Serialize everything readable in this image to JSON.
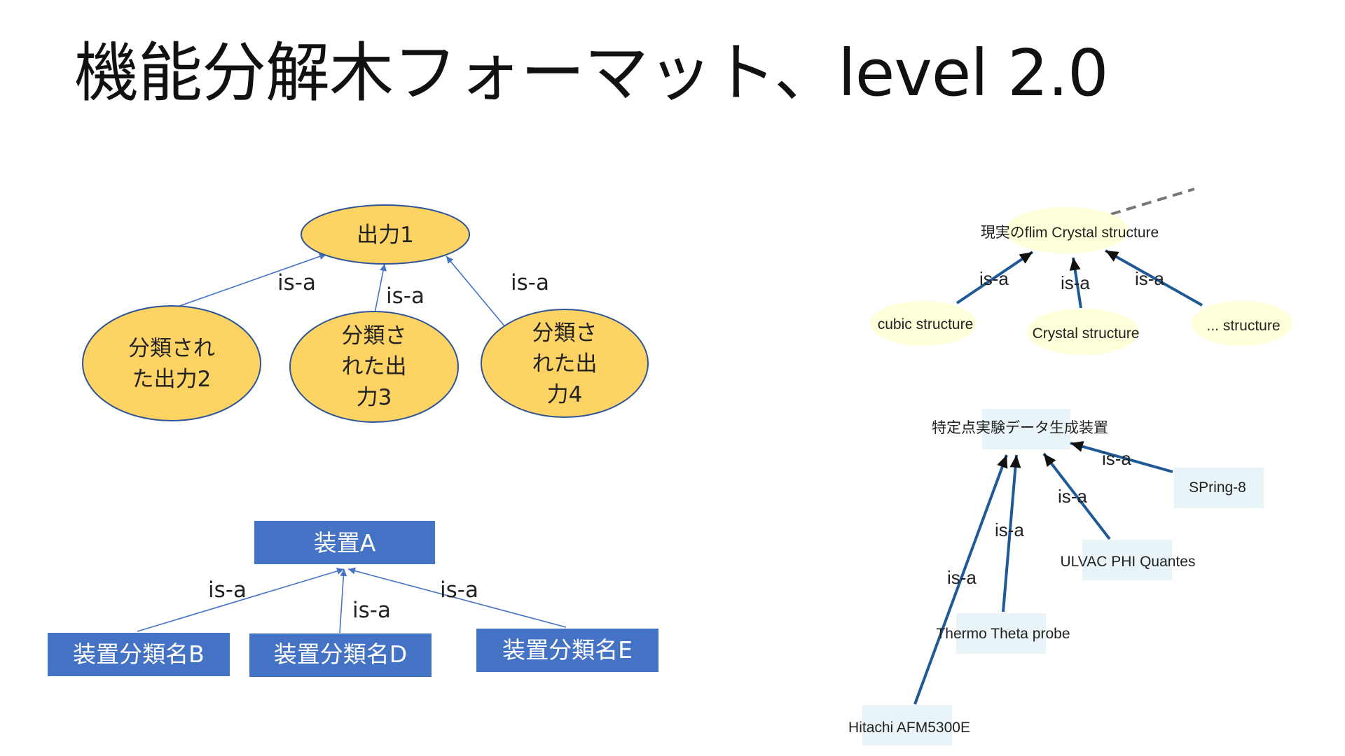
{
  "title": "機能分解木フォーマット、level 2.0",
  "output_tree": {
    "root": {
      "label": "出力1"
    },
    "children": [
      {
        "lines": [
          "分類され",
          "た出力2"
        ]
      },
      {
        "lines": [
          "分類さ",
          "れた出",
          "力3"
        ]
      },
      {
        "lines": [
          "分類さ",
          "れた出",
          "力4"
        ]
      }
    ],
    "edge_labels": [
      "is-a",
      "is-a",
      "is-a"
    ]
  },
  "device_tree": {
    "root": {
      "label": "装置A"
    },
    "children": [
      {
        "label": "装置分類名B"
      },
      {
        "label": "装置分類名D"
      },
      {
        "label": "装置分類名E"
      }
    ],
    "edge_labels": [
      "is-a",
      "is-a",
      "is-a"
    ]
  },
  "crystal_tree": {
    "root": {
      "label": "現実のflim Crystal structure"
    },
    "children": [
      {
        "label": "cubic structure"
      },
      {
        "label": "Crystal structure"
      },
      {
        "label": "... structure"
      }
    ],
    "edge_labels": [
      "is-a",
      "is-a",
      "is-a"
    ]
  },
  "instrument_tree": {
    "root": {
      "label": "特定点実験データ生成装置"
    },
    "children": [
      {
        "label": "SPring-8"
      },
      {
        "label": "ULVAC PHI Quantes"
      },
      {
        "label": "Thermo Theta probe"
      },
      {
        "label": "Hitachi AFM5300E"
      }
    ],
    "edge_labels": [
      "is-a",
      "is-a",
      "is-a",
      "is-a"
    ]
  },
  "colors": {
    "ellipse_fill": "#FDD464",
    "ellipse_stroke": "#2F5597",
    "box_fill": "#4472C4",
    "left_edge": "#4472C4",
    "right_node_fill_yellow": "#FFFFD9",
    "right_node_fill_blue": "#E8F4F8",
    "right_edge": "#1F5A96"
  }
}
